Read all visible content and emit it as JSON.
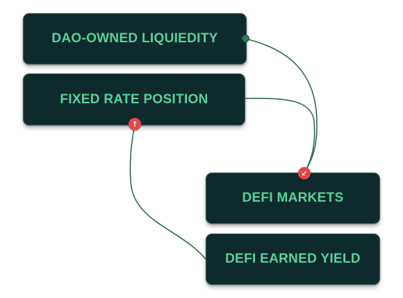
{
  "nodes": {
    "dao_owned_liquidity": {
      "label": "DAO-OWNED LIQUIEDITY"
    },
    "fixed_rate_position": {
      "label": "FIXED RATE POSITION"
    },
    "defi_markets": {
      "label": "DEFI MARKETS"
    },
    "defi_earned_yield": {
      "label": "DEFI EARNED YIELD"
    }
  },
  "edges": [
    {
      "from": "dao_owned_liquidity",
      "to": "defi_markets"
    },
    {
      "from": "fixed_rate_position",
      "to": "defi_markets"
    },
    {
      "from": "defi_earned_yield",
      "to": "fixed_rate_position"
    }
  ],
  "icons": {
    "source_handle": "dot-handle-icon",
    "target_handle_markets": "arrow-down-left-icon",
    "target_handle_fixed": "arrow-up-icon"
  },
  "colors": {
    "node_background": "#0f2a2d",
    "node_text": "#58d39a",
    "edge": "#2e6a4f",
    "target_handle": "#e24848"
  }
}
